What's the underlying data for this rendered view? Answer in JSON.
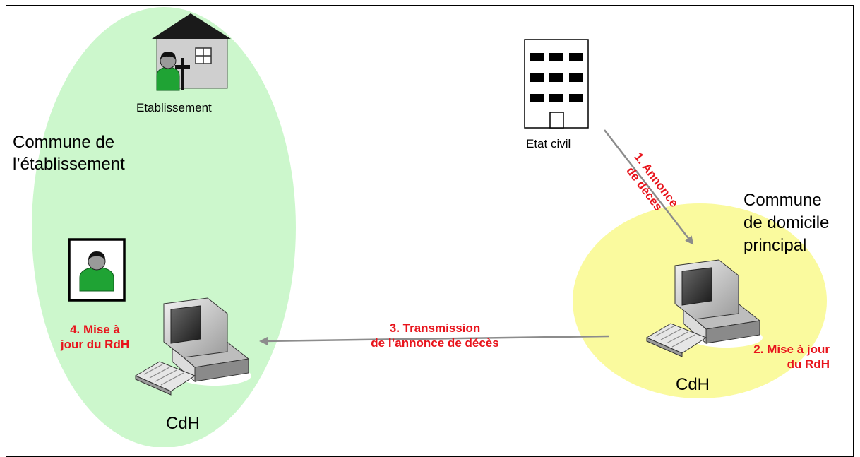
{
  "zones": {
    "left": "Commune de l’établissement",
    "left_lines": [
      "Commune de",
      "l’établissement"
    ],
    "right_lines": [
      "Commune",
      "de domicile",
      "principal"
    ]
  },
  "nodes": {
    "establishment": "Etablissement",
    "civil_registry": "Etat civil",
    "cdh_left": "CdH",
    "cdh_right": "CdH"
  },
  "steps": {
    "step1_lines": [
      "1. Annonce",
      "de décès"
    ],
    "step2_lines": [
      "2. Mise à jour",
      "du RdH"
    ],
    "step3_lines": [
      "3. Transmission",
      "de l’annonce de décès"
    ],
    "step4_lines": [
      "4. Mise à",
      "jour du RdH"
    ]
  },
  "colors": {
    "left_zone": "#ccf7cc",
    "right_zone": "#fafa9e",
    "step_text": "#e8141c",
    "arrow": "#8c8c8c",
    "person": "#1fa334"
  }
}
